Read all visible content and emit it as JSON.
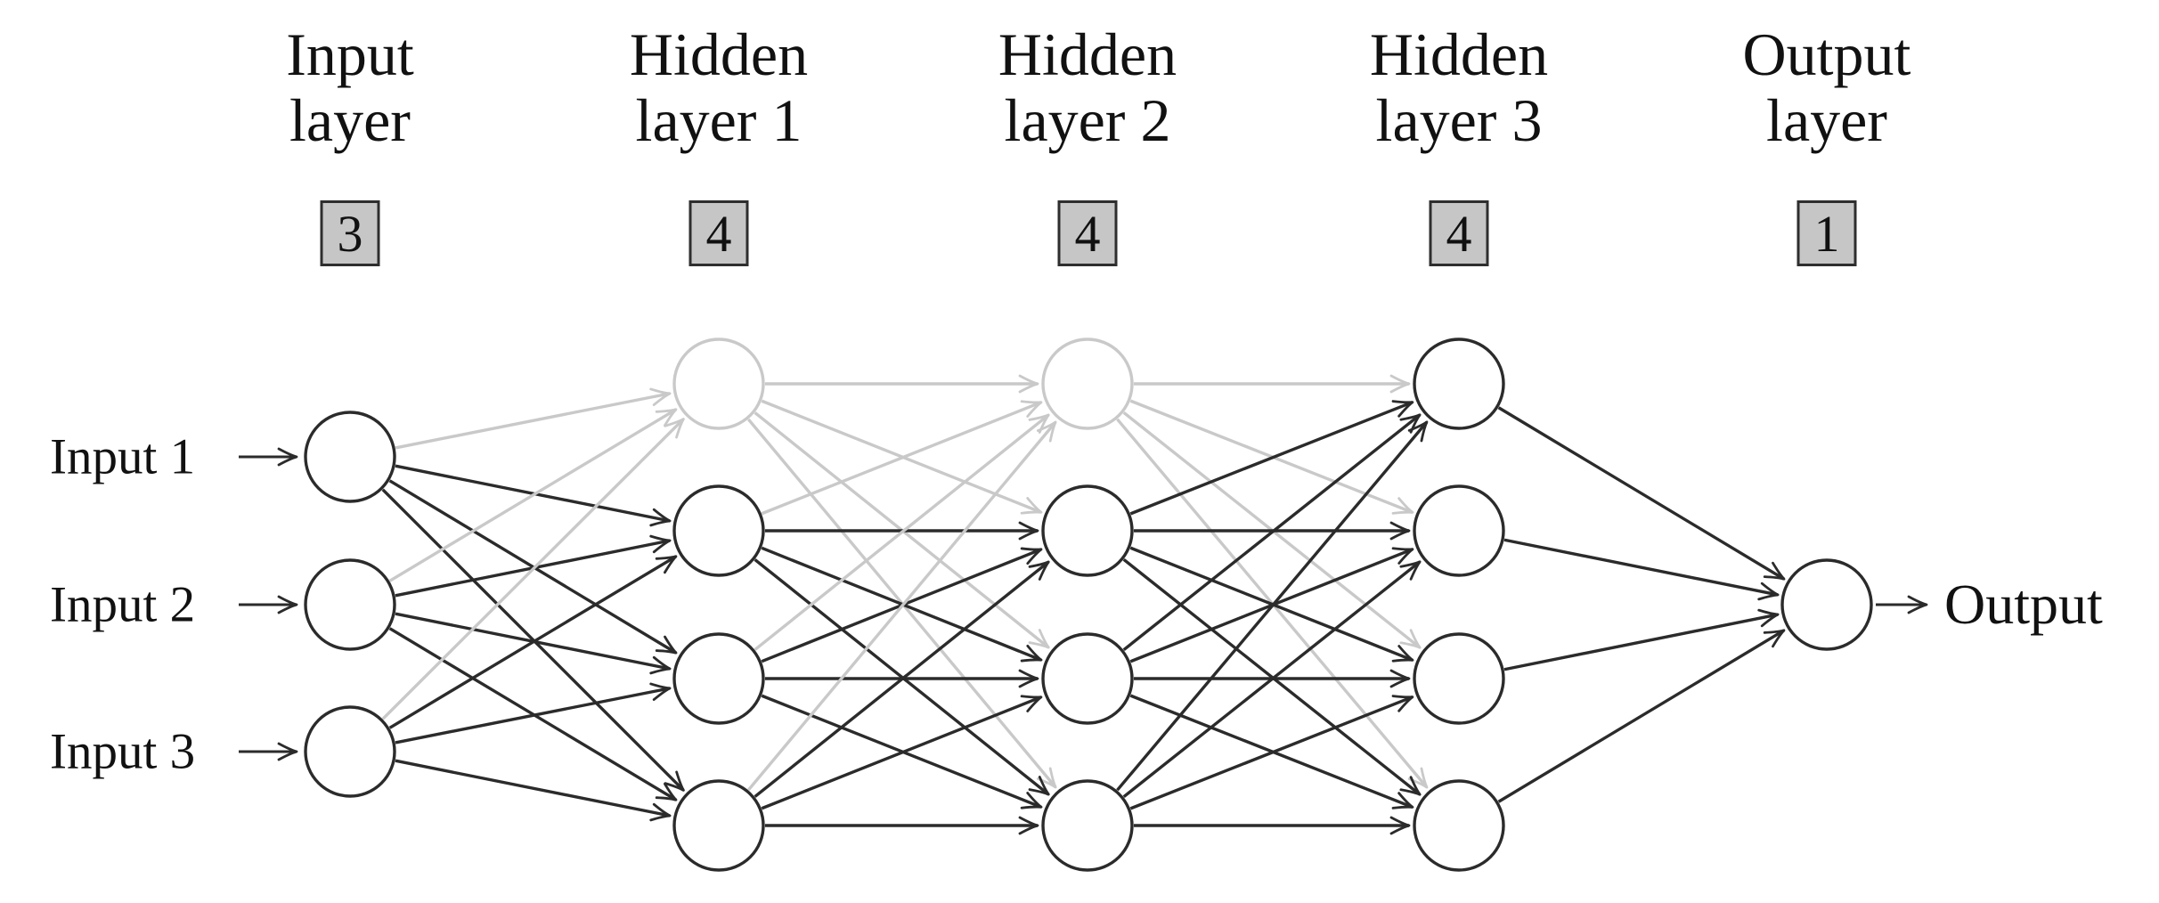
{
  "diagram": {
    "title": "feedforward-neural-network",
    "colors": {
      "dark": "#2b2b2b",
      "faded": "#c9c9c9",
      "text": "#111111",
      "box_fill": "#c6c6c6",
      "box_border": "#2e2e2e",
      "node_fill": "#ffffff",
      "background": "#ffffff"
    },
    "headers": [
      {
        "line1": "Input",
        "line2": "layer",
        "count": "3"
      },
      {
        "line1": "Hidden",
        "line2": "layer 1",
        "count": "4"
      },
      {
        "line1": "Hidden",
        "line2": "layer 2",
        "count": "4"
      },
      {
        "line1": "Hidden",
        "line2": "layer 3",
        "count": "4"
      },
      {
        "line1": "Output",
        "line2": "layer",
        "count": "1"
      }
    ],
    "input_labels": [
      "Input 1",
      "Input 2",
      "Input 3"
    ],
    "output_label": "Output",
    "network": {
      "layer_x": [
        393,
        807,
        1221,
        1638,
        2051
      ],
      "layer_ys": [
        [
          513,
          679,
          844
        ],
        [
          431,
          596,
          762,
          927
        ],
        [
          431,
          596,
          762,
          927
        ],
        [
          431,
          596,
          762,
          927
        ],
        [
          679
        ]
      ],
      "node_radius": 50,
      "faded_nodes": [
        [
          1,
          0
        ],
        [
          2,
          0
        ]
      ]
    }
  }
}
